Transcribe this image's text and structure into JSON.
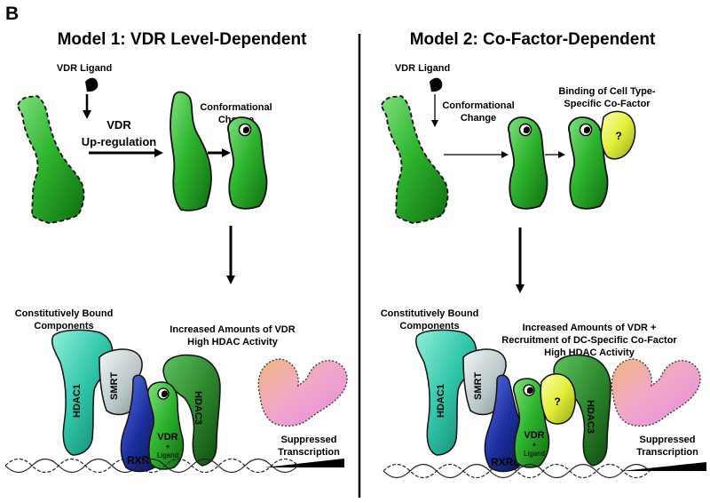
{
  "panel_label": "B",
  "model1": {
    "title": "Model 1: VDR Level-Dependent",
    "vdr_ligand": "VDR Ligand",
    "vdr_label": "VDR",
    "upregulation_label": "Up-regulation",
    "conformational_change_line1": "Conformational",
    "conformational_change_line2": "Change",
    "components_line1": "Constitutively Bound",
    "components_line2": "Components",
    "increased_line1": "Increased Amounts of VDR",
    "increased_line2": "High HDAC Activity",
    "hdac1": "HDAC1",
    "smrt": "SMRT",
    "rxr": "RXRα",
    "vdr_complex_line1": "VDR",
    "vdr_complex_line2": "+",
    "vdr_complex_line3": "Ligand",
    "hdac3": "HDAC3",
    "suppressed_line1": "Suppressed",
    "suppressed_line2": "Transcription"
  },
  "model2": {
    "title": "Model 2: Co-Factor-Dependent",
    "vdr_ligand": "VDR Ligand",
    "conformational_change_line1": "Conformational",
    "conformational_change_line2": "Change",
    "binding_line1": "Binding of Cell Type-",
    "binding_line2": "Specific Co-Factor",
    "cofactor_mark": "?",
    "components_line1": "Constitutively Bound",
    "components_line2": "Components",
    "increased_line1": "Increased Amounts of VDR +",
    "increased_line2": "Recruitment of DC-Specific Co-Factor",
    "increased_line3": "High HDAC Activity",
    "hdac1": "HDAC1",
    "smrt": "SMRT",
    "rxr": "RXRα",
    "vdr_complex_line1": "VDR",
    "vdr_complex_line2": "+",
    "vdr_complex_line3": "Ligand",
    "cofactor_complex_mark": "?",
    "hdac3": "HDAC3",
    "suppressed_line1": "Suppressed",
    "suppressed_line2": "Transcription"
  },
  "colors": {
    "vdr_green": "#33b533",
    "hdac1_teal": "#2fc4a8",
    "smrt_gray": "#b9c6c8",
    "rxr_blue": "#1c2f9e",
    "hdac3_green": "#2e8a2e",
    "cofactor_yellow": "#e3ef3a",
    "histone_pink": "#ee92d9",
    "histone_orange": "#f0b67a"
  }
}
